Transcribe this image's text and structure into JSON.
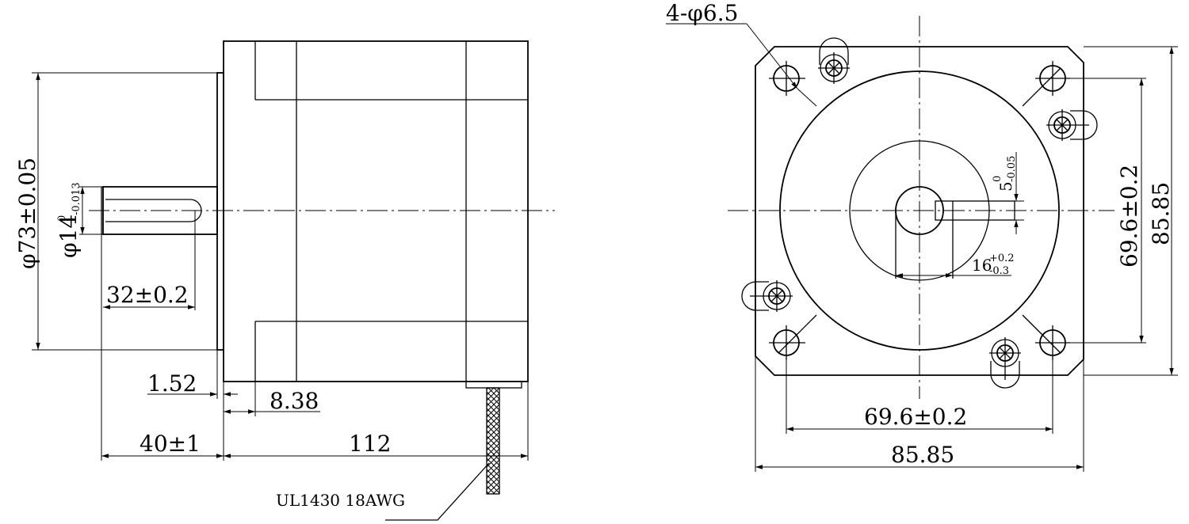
{
  "side_view": {
    "flange_diameter": "φ73±0.05",
    "shaft_diameter": "φ14",
    "shaft_tol_upper": "0",
    "shaft_tol_lower": "-0.013",
    "flat_length": "32±0.2",
    "boss_height": "1.52",
    "body_offset": "8.38",
    "shaft_length": "40±1",
    "body_length": "112",
    "cable_label": "UL1430 18AWG"
  },
  "front_view": {
    "mount_holes": "4-φ6.5",
    "key_width": "5",
    "key_tol_upper": "0",
    "key_tol_lower": "-0.05",
    "key_depth": "16",
    "key_depth_tol_upper": "+0.2",
    "key_depth_tol_lower": "-0.3",
    "hole_spacing_v": "69.6±0.2",
    "hole_spacing_h": "69.6±0.2",
    "frame_size_v": "85.85",
    "frame_size_h": "85.85"
  }
}
